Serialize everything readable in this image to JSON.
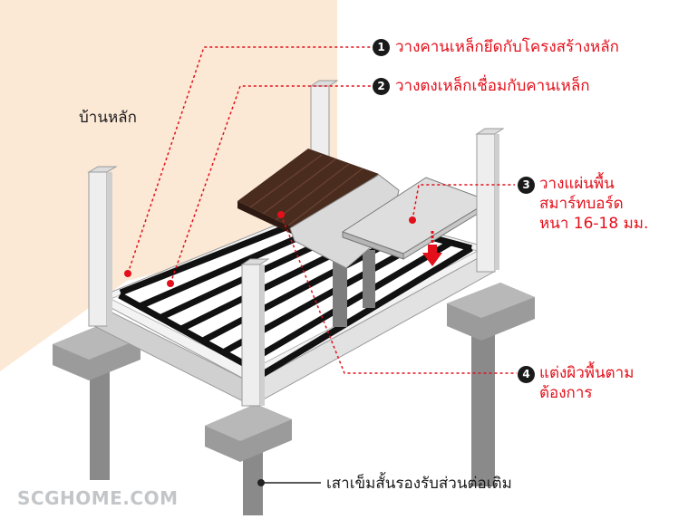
{
  "main_house_label": "บ้านหลัก",
  "steps": [
    {
      "number": "1",
      "text": "วางคานเหล็กยึดกับโครงสร้างหลัก"
    },
    {
      "number": "2",
      "text": "วางตงเหล็กเชื่อมกับคานเหล็ก"
    },
    {
      "number": "3",
      "lines": [
        "วางแผ่นพื้น",
        "สมาร์ทบอร์ด",
        "หนา 16-18 มม."
      ]
    },
    {
      "number": "4",
      "lines": [
        "แต่งผิวพื้นตาม",
        "ต้องการ"
      ]
    }
  ],
  "post_label": "เสาเข็มสั้นรองรับส่วนต่อเติม",
  "watermark": "SCGHOME.COM",
  "colors": {
    "accent": "#e3101b",
    "wall": "#fbe9d6",
    "frame": "#e8e8e8",
    "joist": "#111111",
    "deck": "#4a2c1f",
    "concrete": "#8f8f8f"
  }
}
